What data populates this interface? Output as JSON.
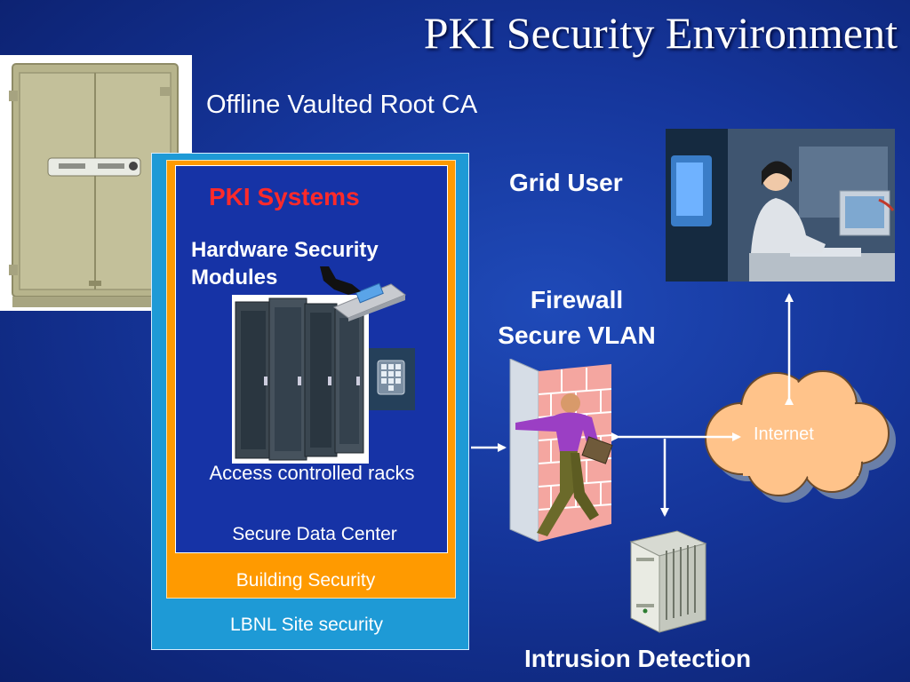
{
  "title": "PKI Security Environment",
  "labels": {
    "vault": "Offline Vaulted Root CA",
    "pki_systems": "PKI Systems",
    "hsm": "Hardware Security Modules",
    "racks": "Access controlled racks",
    "data_center": "Secure Data Center",
    "building": "Building Security",
    "site": "LBNL Site security",
    "grid_user": "Grid User",
    "firewall_line1": "Firewall",
    "firewall_line2": "Secure VLAN",
    "internet": "Internet",
    "ids": "Intrusion Detection"
  },
  "colors": {
    "background": "#15359a",
    "site_box": "#1e9ad6",
    "building_box": "#ff9a00",
    "data_center_box": "#1633a6",
    "pki_label": "#ff2a2a",
    "cloud": "#ffc38a"
  },
  "icons": [
    "safe-icon",
    "server-rack-icon",
    "keypad-icon",
    "hsm-card-icon",
    "user-photo-icon",
    "firewall-wall-icon",
    "ids-server-icon",
    "internet-cloud-icon"
  ]
}
